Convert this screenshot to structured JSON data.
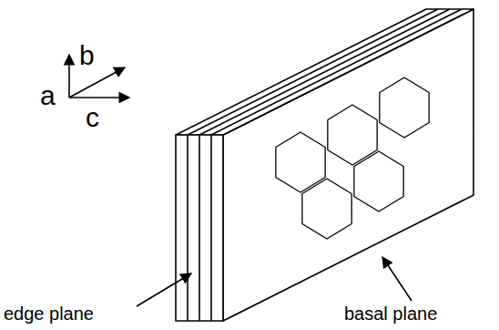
{
  "diagram": {
    "labels": [
      "a",
      "b",
      "c",
      "edge plane",
      "basal plane"
    ]
  }
}
